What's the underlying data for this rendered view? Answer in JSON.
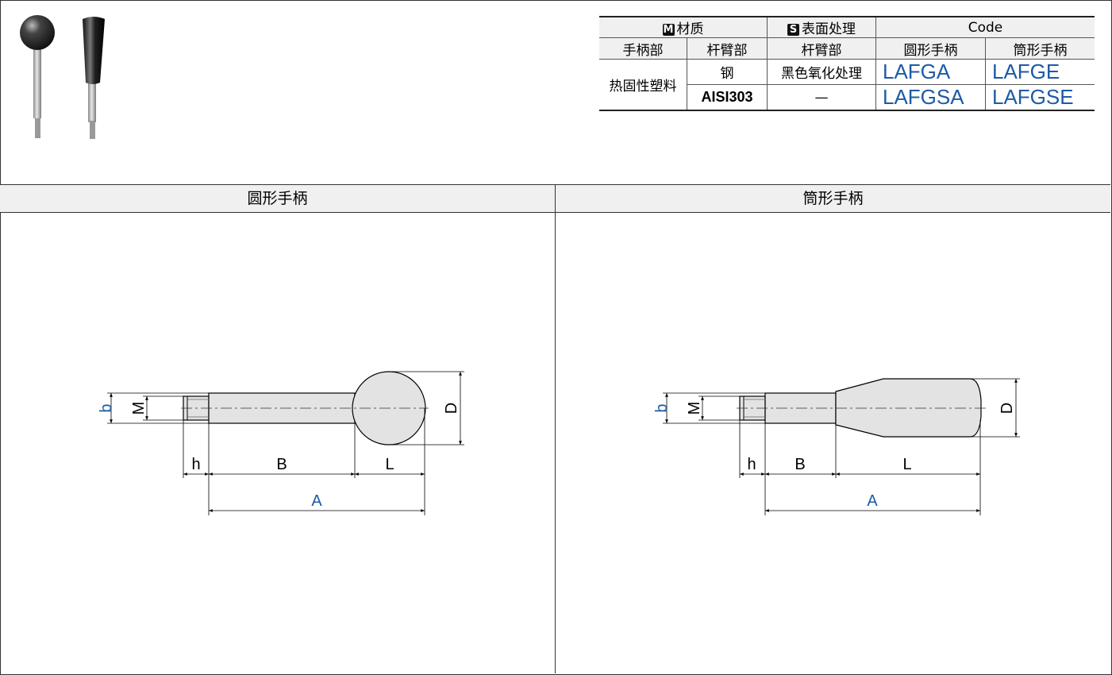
{
  "spec_table": {
    "material_badge": "M",
    "material_label": "材质",
    "surface_badge": "S",
    "surface_label": "表面处理",
    "code_label": "Code",
    "sub_headers": {
      "handle_part": "手柄部",
      "arm_part": "杆臂部",
      "arm_part_2": "杆臂部",
      "round_handle": "圆形手柄",
      "cylinder_handle": "筒形手柄"
    },
    "rows": [
      {
        "handle": "热固性塑料",
        "arm": "钢",
        "surface": "黑色氧化处理",
        "code_round": "LAFGA",
        "code_cyl": "LAFGE"
      },
      {
        "arm": "AISI303",
        "surface": "—",
        "code_round": "LAFGSA",
        "code_cyl": "LAFGSE"
      }
    ]
  },
  "panels": {
    "left": {
      "title": "圆形手柄",
      "labels": {
        "b": "b",
        "M": "M",
        "D": "D",
        "h": "h",
        "B": "B",
        "L": "L",
        "A": "A"
      }
    },
    "right": {
      "title": "筒形手柄",
      "labels": {
        "b": "b",
        "M": "M",
        "D": "D",
        "h": "h",
        "B": "B",
        "L": "L",
        "A": "A"
      }
    }
  },
  "colors": {
    "accent_blue": "#1d5aa6",
    "header_bg": "#f0f0f0",
    "part_fill": "#e3e3e3"
  }
}
